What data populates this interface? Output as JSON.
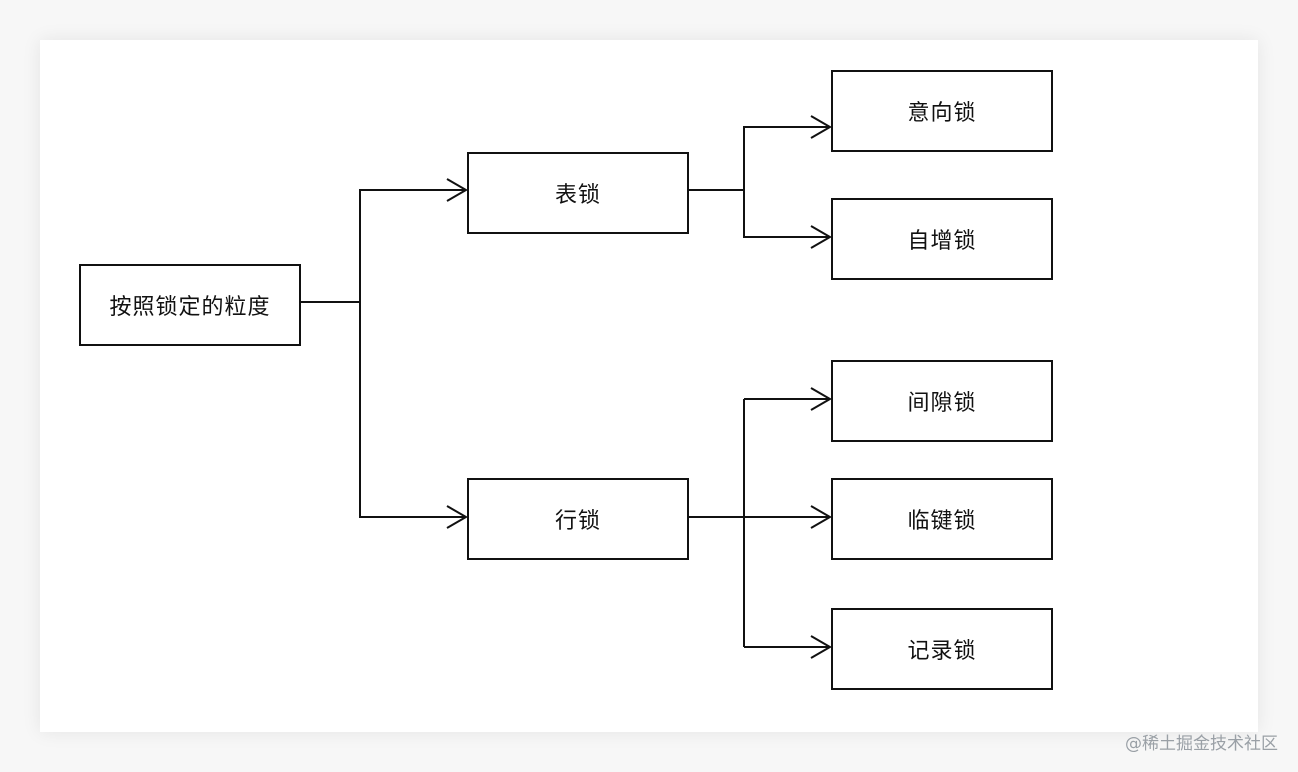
{
  "diagram": {
    "root": {
      "label": "按照锁定的粒度"
    },
    "table_lock": {
      "label": "表锁"
    },
    "row_lock": {
      "label": "行锁"
    },
    "intention_lock": {
      "label": "意向锁"
    },
    "auto_inc_lock": {
      "label": "自增锁"
    },
    "gap_lock": {
      "label": "间隙锁"
    },
    "next_key_lock": {
      "label": "临键锁"
    },
    "record_lock": {
      "label": "记录锁"
    }
  },
  "watermark": "@稀土掘金技术社区",
  "colors": {
    "line": "#111111",
    "background": "#ffffff",
    "watermark": "#9aa0a6"
  }
}
